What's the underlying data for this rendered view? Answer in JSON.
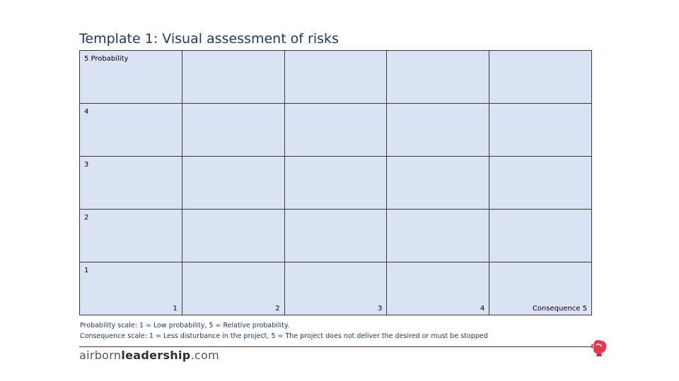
{
  "title": "Template 1: Visual assessment of risks",
  "matrix": {
    "rows": [
      {
        "label": "5 Probability"
      },
      {
        "label": "4"
      },
      {
        "label": "3"
      },
      {
        "label": "2"
      },
      {
        "label": "1"
      }
    ],
    "columns": [
      {
        "label": "1"
      },
      {
        "label": "2"
      },
      {
        "label": "3"
      },
      {
        "label": "4"
      },
      {
        "label": "Consequence  5"
      }
    ]
  },
  "notes": {
    "probability_scale": "Probability scale: 1 = Low probability, 5 = Relative probability.",
    "consequence_scale": "Consequence scale: 1 = Less disturbance in the project, 5 = The project does not deliver the desired or must be stopped"
  },
  "footer": {
    "brand_prefix": "airborn",
    "brand_bold": "leadership",
    "brand_suffix": ".com",
    "logo_icon": "boxing-glove-icon",
    "logo_color": "#e8384f"
  },
  "colors": {
    "cell_fill": "#dae3f3",
    "title": "#1f3864",
    "border": "#3a3a3a"
  }
}
